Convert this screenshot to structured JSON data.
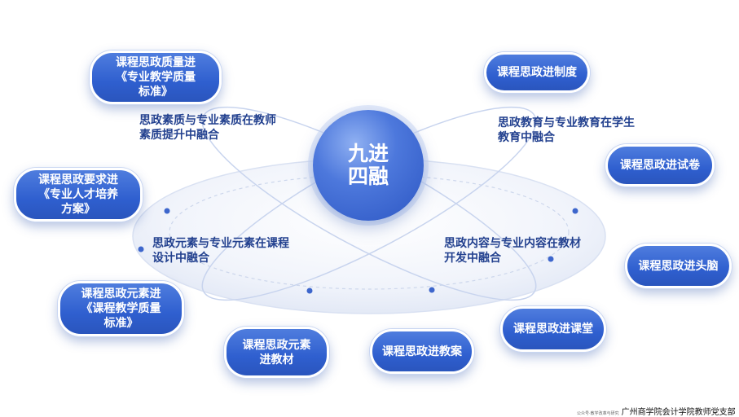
{
  "center": {
    "title": "九进\n四融"
  },
  "nodes": [
    {
      "id": "standard",
      "label": "课程思政质量进\n《专业教学质量\n标准》"
    },
    {
      "id": "system",
      "label": "课程思政进制度"
    },
    {
      "id": "talent",
      "label": "课程思政要求进\n《专业人才培养\n方案》"
    },
    {
      "id": "exam",
      "label": "课程思政进试卷"
    },
    {
      "id": "mind",
      "label": "课程思政进头脑"
    },
    {
      "id": "course-std",
      "label": "课程思政元素进\n《课程教学质量\n标准》"
    },
    {
      "id": "textbook",
      "label": "课程思政元素\n进教材"
    },
    {
      "id": "lesson",
      "label": "课程思政进教案"
    },
    {
      "id": "classroom",
      "label": "课程思政进课堂"
    }
  ],
  "fusions": [
    {
      "id": "teacher",
      "label": "思政素质与专业素质在教师\n素质提升中融合"
    },
    {
      "id": "student",
      "label": "思政教育与专业教育在学生\n教育中融合"
    },
    {
      "id": "curriculum",
      "label": "思政元素与专业元素在课程\n设计中融合"
    },
    {
      "id": "material",
      "label": "思政内容与专业内容在教材\n开发中融合"
    }
  ],
  "footer": {
    "small": "公众号·教学改革与研究",
    "text": "广州商学院会计学院教师党支部"
  },
  "colors": {
    "pill": "#2f5fcf",
    "label": "#23418f",
    "orbit": "#c8d4ee"
  }
}
